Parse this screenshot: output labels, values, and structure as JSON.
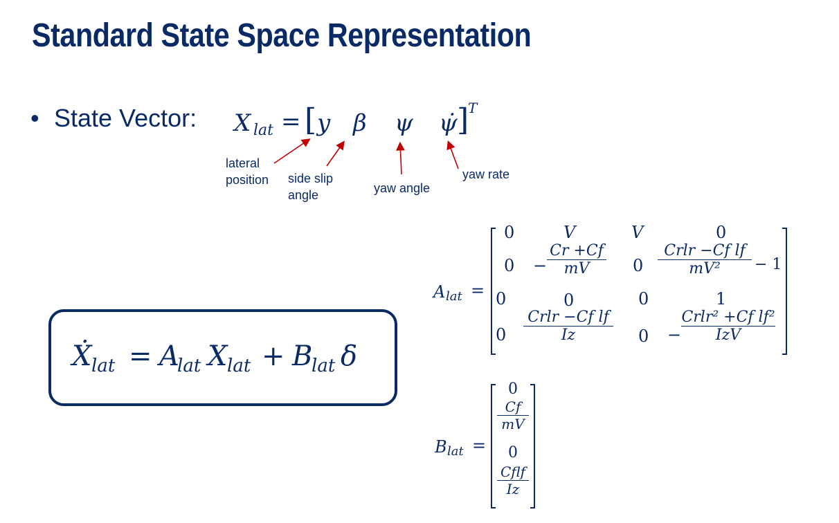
{
  "slide": {
    "title": "Standard State Space Representation",
    "bullet_symbol": "•",
    "bullet_label": "State Vector:"
  },
  "state_vector": {
    "lhs": "X",
    "lhs_sub": "lat",
    "equals": "=",
    "open_bracket": "[",
    "y": "y",
    "beta": "β",
    "psi": "ψ",
    "psi_dot": "ψ̇",
    "close_bracket": "]",
    "transpose": "T"
  },
  "annotations": {
    "lateral_position_1": "lateral",
    "lateral_position_2": "position",
    "side_slip_1": "side slip",
    "side_slip_2": "angle",
    "yaw_angle": "yaw angle",
    "yaw_rate": "yaw rate",
    "arrow_color": "#c00000"
  },
  "main_equation": {
    "lhs": "Ẋ",
    "lhs_sub": "lat",
    "equals": "=",
    "a": "A",
    "a_sub": "lat",
    "x": "X",
    "x_sub": "lat",
    "plus": "+",
    "b": "B",
    "b_sub": "lat",
    "delta": "δ"
  },
  "a_matrix": {
    "label": "A",
    "label_sub": "lat",
    "equals": "=",
    "r1": [
      "0",
      "V",
      "V",
      "0"
    ],
    "r2_c1": "0",
    "r2_c2_sign": "−",
    "r2_c2_num": "Cr +Cf",
    "r2_c2_den": "mV",
    "r2_c3": "0",
    "r2_c4_num": "Crlr −Cf lf",
    "r2_c4_den": "mV²",
    "r2_c4_tail": "− 1",
    "r3": [
      "0",
      "0",
      "0",
      "1"
    ],
    "r4_c1": "0",
    "r4_c2_num": "Crlr −Cf lf",
    "r4_c2_den": "Iz",
    "r4_c3": "0",
    "r4_c4_sign": "−",
    "r4_c4_num": "Crlr² +Cf lf²",
    "r4_c4_den": "IzV"
  },
  "b_matrix": {
    "label": "B",
    "label_sub": "lat",
    "equals": "=",
    "r1": "0",
    "r2_num": "Cf",
    "r2_den": "mV",
    "r3": "0",
    "r4_num": "Cflf",
    "r4_den": "Iz"
  },
  "colors": {
    "navy": "#0a2a66",
    "arrow": "#c00000"
  }
}
